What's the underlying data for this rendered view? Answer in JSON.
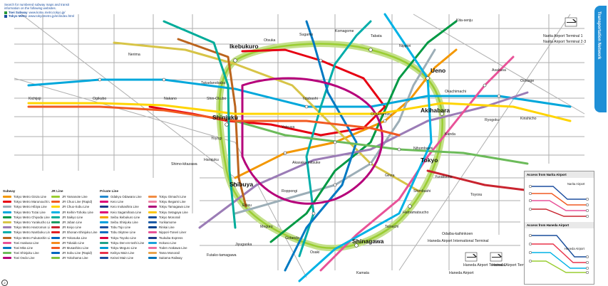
{
  "header": {
    "lines": [
      "Search for numbered subway maps and transit",
      "information on the following websites."
    ],
    "sites": [
      {
        "label": "Toei Subway",
        "url": "www.kotsu.metro.tokyo.jp/",
        "color": "#2a9a3a"
      },
      {
        "label": "Tokyo Metro",
        "url": "www.tokyometro.jp/en/index.html",
        "color": "#1b4fa0"
      }
    ]
  },
  "side_tab": {
    "label": "Transportation Network",
    "color": "#1f8fd6"
  },
  "major_stations": {
    "ikebukuro": "Ikebukuro",
    "ueno": "Ueno",
    "akihabara": "Akihabara",
    "shinjuku": "Shinjuku",
    "tokyo": "Tokyo",
    "shibuya": "Shibuya",
    "shinagawa": "Shinagawa"
  },
  "stations": {
    "nippori": "Nippori",
    "otsuka": "Otsuka",
    "sugamo": "Sugamo",
    "tabata": "Tabata",
    "komagome": "Komagome",
    "kitasenju": "Kita-senju",
    "takadanobaba": "Takadanobaba",
    "shinokubo": "Shin-Okubo",
    "yoyogi": "Yoyogi",
    "harajuku": "Harajuku",
    "ebisu": "Ebisu",
    "meguro": "Meguro",
    "gotanda": "Gotanda",
    "osaki": "Osaki",
    "tamachi": "Tamachi",
    "hamamatsucho": "Hamamatsucho",
    "shimbashi": "Shimbashi",
    "yurakucho": "Yurakucho",
    "kanda": "Kanda",
    "okachimachi": "Okachimachi",
    "ochanomizu": "Ochanomizu",
    "iidabashi": "Iidabashi",
    "yotsuya": "Yotsuya",
    "akasakamitsuke": "Akasaka-mitsuke",
    "roppongi": "Roppongi",
    "ginza": "Ginza",
    "nihombashi": "Nihombashi",
    "asakusa": "Asakusa",
    "oshiage": "Oshiage",
    "kinshicho": "Kinshicho",
    "ryogoku": "Ryogoku",
    "toyosu": "Toyosu",
    "odaiba": "Odaiba-kaihinkoen",
    "nakano": "Nakano",
    "ogikubo": "Ogikubo",
    "kichijoji": "Kichijoji",
    "nerima": "Nerima",
    "shimokitazawa": "Shimo-kitazawa",
    "futakotamagawa": "Futako-tamagawa",
    "jiyugaoka": "Jiyugaoka",
    "kamata": "Kamata",
    "haneda": "Haneda Airport"
  },
  "legend": {
    "subway_title": "Subway",
    "subway": [
      {
        "label": "Tokyo Metro Ginza Line",
        "color": "#f39700"
      },
      {
        "label": "Tokyo Metro Marunouchi Line",
        "color": "#e60012"
      },
      {
        "label": "Tokyo Metro Hibiya Line",
        "color": "#9caeb7"
      },
      {
        "label": "Tokyo Metro Tozai Line",
        "color": "#00a7db"
      },
      {
        "label": "Tokyo Metro Chiyoda Line",
        "color": "#009944"
      },
      {
        "label": "Tokyo Metro Yurakucho Line",
        "color": "#d7c447"
      },
      {
        "label": "Tokyo Metro Hanzomon Line",
        "color": "#9b7cb6"
      },
      {
        "label": "Tokyo Metro Namboku Line",
        "color": "#00ada9"
      },
      {
        "label": "Tokyo Metro Fukutoshin Line",
        "color": "#bb641d"
      },
      {
        "label": "Toei Asakusa Line",
        "color": "#e85298"
      },
      {
        "label": "Toei Mita Line",
        "color": "#0079c2"
      },
      {
        "label": "Toei Shinjuku Line",
        "color": "#6cbb5a"
      },
      {
        "label": "Toei Oedo Line",
        "color": "#b6007a"
      }
    ],
    "jr_title": "JR Line",
    "jr": [
      {
        "label": "JR Yamanote Line",
        "color": "#9acd32"
      },
      {
        "label": "JR Chuo Line (Rapid)",
        "color": "#f15a22"
      },
      {
        "label": "JR Chuo-Sobu Line",
        "color": "#ffd400"
      },
      {
        "label": "JR Keihin-Tohoku Line",
        "color": "#00b2e5"
      },
      {
        "label": "JR Saikyo Line",
        "color": "#00ac9a"
      },
      {
        "label": "JR Joban Line",
        "color": "#1d9b61"
      },
      {
        "label": "JR Keiyo Line",
        "color": "#c9242f"
      },
      {
        "label": "JR Shonan-Shinjuku Line",
        "color": "#e21f26"
      },
      {
        "label": "JR Yokosuka Line",
        "color": "#0067c0"
      },
      {
        "label": "JR Tokaido Line",
        "color": "#f68b1e"
      },
      {
        "label": "JR Musashino Line",
        "color": "#f15a22"
      },
      {
        "label": "JR Sobu Line (Rapid)",
        "color": "#0067c0"
      },
      {
        "label": "JR Yokohama Line",
        "color": "#80c241"
      }
    ],
    "private_title": "Private Line",
    "private": [
      {
        "label": "Odakyu Odawara Line",
        "color": "#2288cc"
      },
      {
        "label": "Keio Line",
        "color": "#dd0077"
      },
      {
        "label": "Keio Inokashira Line",
        "color": "#1a3a8a"
      },
      {
        "label": "Keio Sagamihara Line",
        "color": "#dd0077"
      },
      {
        "label": "Seibu Ikebukuro Line",
        "color": "#f5a200"
      },
      {
        "label": "Seibu Shinjuku Line",
        "color": "#00a0de"
      },
      {
        "label": "Tobu Tojo Line",
        "color": "#1d4e9f"
      },
      {
        "label": "Tobu Skytree Line",
        "color": "#0f6cc1"
      },
      {
        "label": "Tokyu Toyoko Line",
        "color": "#da0442"
      },
      {
        "label": "Tokyu Den-en-toshi Line",
        "color": "#20a288"
      },
      {
        "label": "Tokyu Meguro Line",
        "color": "#009cd2"
      },
      {
        "label": "Keikyu Main Line",
        "color": "#e8334a"
      },
      {
        "label": "Keisei Main Line",
        "color": "#1d4e9f"
      }
    ],
    "private2": [
      {
        "label": "Tokyu Oimachi Line",
        "color": "#f18c43"
      },
      {
        "label": "Tokyu Ikegami Line",
        "color": "#ee86a7"
      },
      {
        "label": "Tokyu Tamagawa Line",
        "color": "#ae0378"
      },
      {
        "label": "Tokyu Setagaya Line",
        "color": "#fcc70d"
      },
      {
        "label": "Tokyo Monorail",
        "color": "#1a4f9c"
      },
      {
        "label": "Yurikamome",
        "color": "#1d5ca7"
      },
      {
        "label": "Rinkai Line",
        "color": "#00418e"
      },
      {
        "label": "Nippori-Toneri Liner",
        "color": "#e85298"
      },
      {
        "label": "Tsukuba Express",
        "color": "#1b3b8b"
      },
      {
        "label": "Hokuso Line",
        "color": "#1aa1db"
      },
      {
        "label": "Toden Arakawa Line",
        "color": "#ec6fa0"
      },
      {
        "label": "Tama Monorail",
        "color": "#e9a44c"
      },
      {
        "label": "Saitama Railway",
        "color": "#0073b8"
      }
    ]
  },
  "inset": {
    "narita_title": "Access from Narita Airport",
    "haneda_title": "Access from Haneda Airport",
    "narita_airport": "Narita Airport",
    "haneda_airport": "Haneda Airport"
  },
  "airports": {
    "narita": "Narita Airport Terminal 1",
    "narita2": "Narita Airport Terminal 2·3",
    "haneda_t1": "Haneda Airport Terminal 1",
    "haneda_t2": "Haneda Airport Terminal 2",
    "haneda_intl": "Haneda Airport International Terminal"
  },
  "page_number": "2"
}
